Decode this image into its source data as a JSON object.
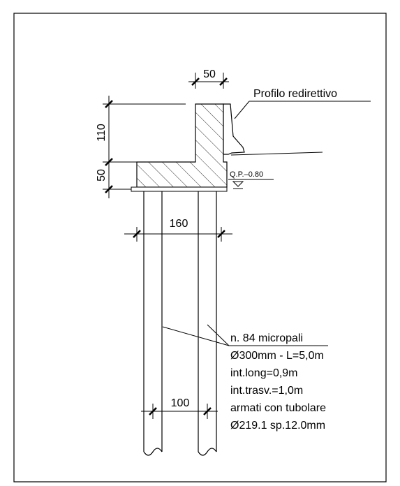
{
  "dimensions": {
    "top_width": "50",
    "wall_height": "110",
    "footing_height": "50",
    "footing_width": "160",
    "pile_spacing": "100"
  },
  "labels": {
    "profile": "Profilo redirettivo",
    "level": "Q.P.–0.80"
  },
  "note": {
    "line1": "n. 84 micropali",
    "line2": "Ø300mm - L=5,0m",
    "line3": "int.long=0,9m",
    "line4": "int.trasv.=1,0m",
    "line5": "armati con tubolare",
    "line6": "Ø219.1 sp.12.0mm"
  }
}
